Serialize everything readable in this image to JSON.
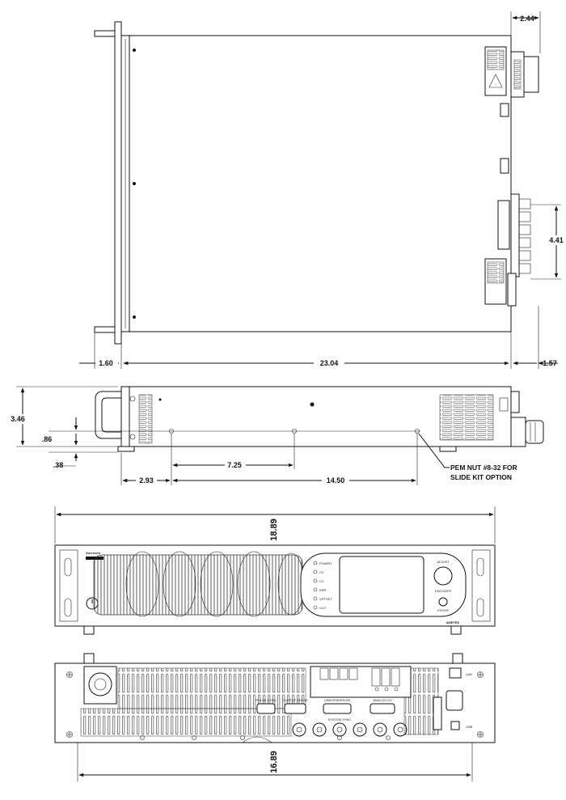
{
  "dimensions": {
    "top_view": {
      "rear_depth": "2.44",
      "pitch": "4.41",
      "front_handle": "1.60",
      "body_length": "23.04",
      "rear_extension": "1.57"
    },
    "side_view": {
      "height": "3.46",
      "hole_from_bottom": ".86",
      "foot_height": ".38",
      "first_hole_offset": "2.93",
      "hole_spacing_short": "7.25",
      "hole_spacing_long": "14.50"
    },
    "front_view": {
      "overall_width": "18.89"
    },
    "rear_view": {
      "chassis_width": "16.89"
    }
  },
  "callout": {
    "line1": "PEM NUT #8-32 FOR",
    "line2": "SLIDE KIT OPTION"
  },
  "front_panel": {
    "brand": "AMETEK",
    "led_labels": [
      "POWER",
      "CV",
      "CC",
      "ERR",
      "OFFSET",
      "OUT"
    ],
    "knob_label": "ADJUST",
    "knob_sub": "ENCODER",
    "enter_label": "ENTER"
  },
  "rear_panel": {
    "connector_labels": [
      "PULSE SYNC",
      "OUTPUT SENSE",
      "USB/GPIB/RS232",
      "SYSTEM SYNC",
      "ANALOG I/O",
      "LAN",
      "USB"
    ]
  },
  "colors": {
    "line": "#111111",
    "background": "#ffffff"
  }
}
